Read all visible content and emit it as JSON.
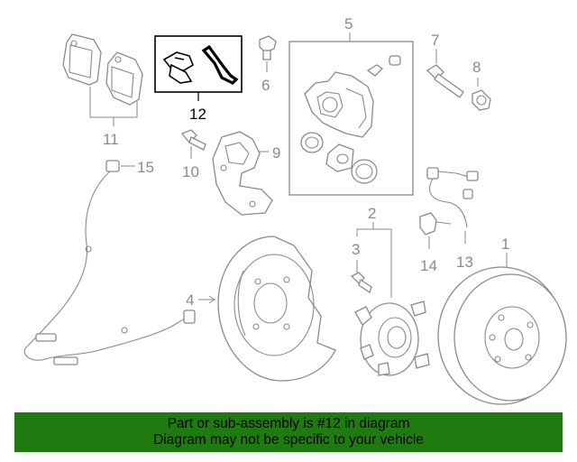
{
  "callouts": {
    "p1": "1",
    "p2": "2",
    "p3": "3",
    "p4": "4",
    "p5": "5",
    "p6": "6",
    "p7": "7",
    "p8": "8",
    "p9": "9",
    "p10": "10",
    "p11": "11",
    "p12": "12",
    "p13": "13",
    "p14": "14",
    "p15": "15"
  },
  "highlighted_part": "12",
  "colors": {
    "banner_bg": "#1f7a0f",
    "line": "#8a8a8a",
    "highlight": "#000000"
  },
  "banner": {
    "line1": "Part or sub-assembly is #12 in diagram",
    "line2": "Diagram may not be specific to your vehicle"
  }
}
